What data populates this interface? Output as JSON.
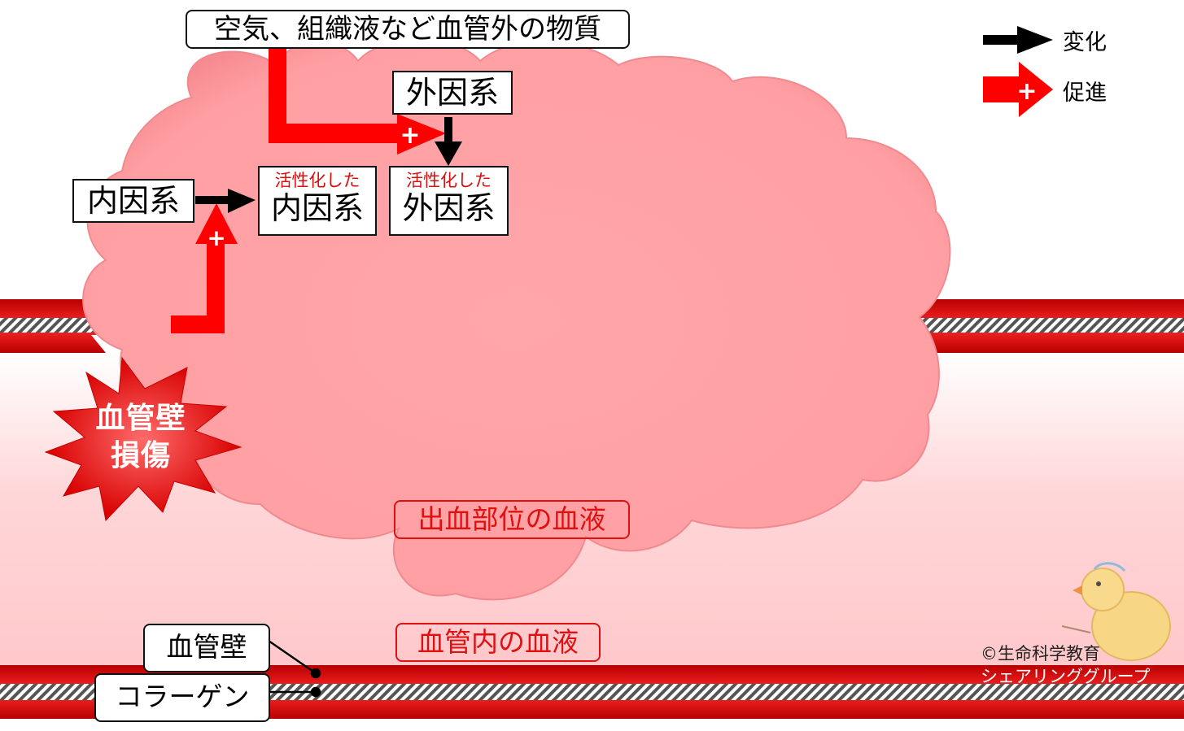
{
  "source_box": "空気、組織液など血管外の物質",
  "extrinsic_box": "外因系",
  "intrinsic_box": "内因系",
  "activated_intrinsic": {
    "sub": "活性化した",
    "main": "内因系"
  },
  "activated_extrinsic": {
    "sub": "活性化した",
    "main": "外因系"
  },
  "legend": {
    "change_label": "変化",
    "promote_label": "促進"
  },
  "burst": {
    "line1": "血管壁",
    "line2": "損傷"
  },
  "bleeding_blood_label": "出血部位の血液",
  "vessel_blood_label": "血管内の血液",
  "vessel_wall_label": "血管壁",
  "collagen_label": "コラーゲン",
  "copyright": {
    "line1": "©生命科学教育",
    "line2": "シェアリンググループ"
  },
  "colors": {
    "cloud": "#ffa3a6",
    "vessel_red": "#d90000",
    "promote_red": "#ff0000",
    "text_red": "#e01010"
  }
}
